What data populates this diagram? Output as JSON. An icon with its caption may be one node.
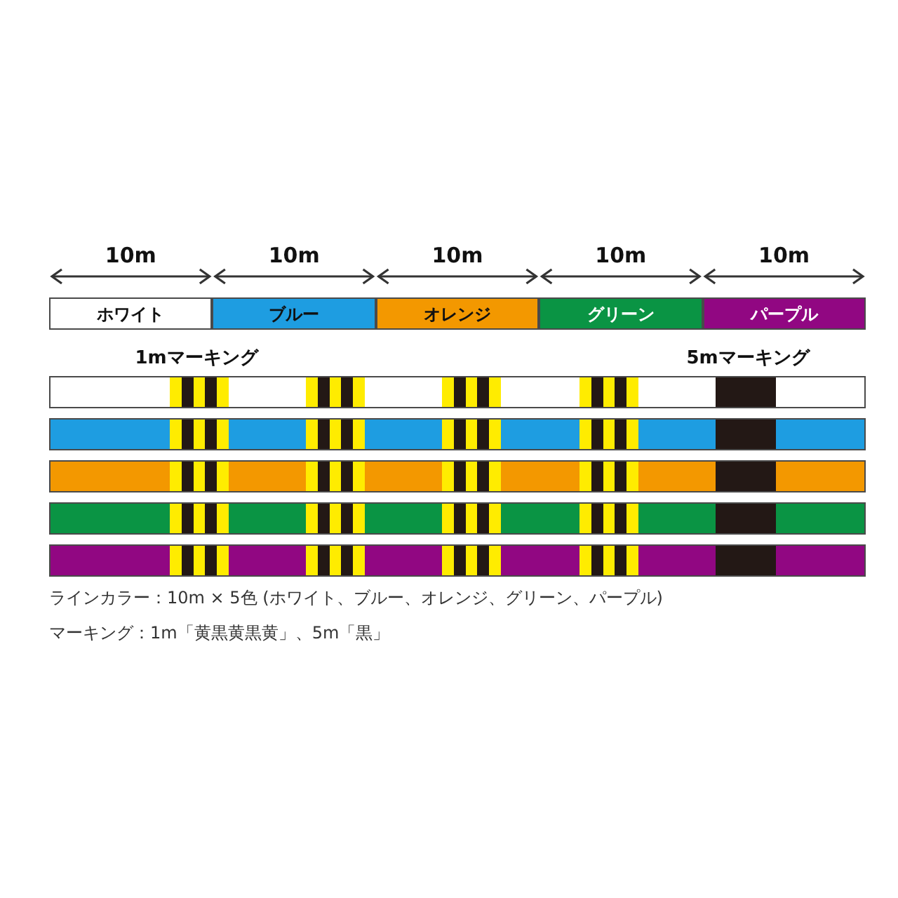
{
  "diagram": {
    "nodes": [
      {
        "text": [
          "ホワイト"
        ]
      },
      {
        "text": [
          "ブルー"
        ]
      },
      {
        "text": [
          "オレンジ"
        ]
      },
      {
        "text": [
          "グリーン"
        ]
      },
      {
        "text": [
          "パープル"
        ]
      },
      {
        "text": [],
        "shape": "bar"
      },
      {
        "text": [],
        "shape": "bar"
      },
      {
        "text": [],
        "shape": "bar"
      },
      {
        "text": [],
        "shape": "bar"
      },
      {
        "text": [],
        "shape": "bar"
      }
    ],
    "labels": [
      "10m",
      "10m",
      "10m",
      "10m",
      "10m",
      "1mマーキング",
      "5mマーキング",
      "ラインカラー：10m × 5色 (ホワイト、ブルー、オレンジ、グリーン、パープル)",
      "マーキング：1m「黄黒黄黒黄」、5m「黒」"
    ]
  }
}
